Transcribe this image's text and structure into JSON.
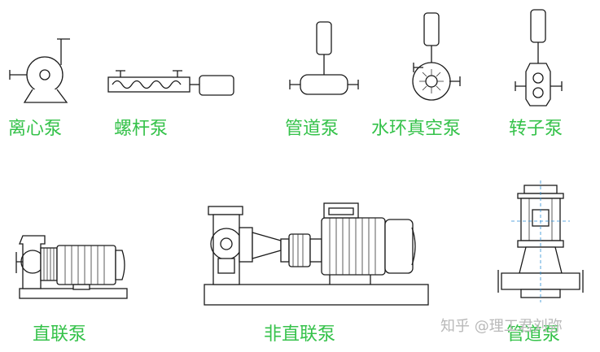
{
  "labels": {
    "centrifugal": "离心泵",
    "screw": "螺杆泵",
    "pipeline": "管道泵",
    "water_ring_vacuum": "水环真空泵",
    "rotor": "转子泵",
    "direct_coupled": "直联泵",
    "non_direct_coupled": "非直联泵",
    "pipeline_2": "管道泵"
  },
  "watermark": "知乎 @理工君刘弥",
  "colors": {
    "label": "#35c24a",
    "line": "#1a1a1a",
    "centerline": "#2b8fd6",
    "watermark": "#b9b9b9"
  }
}
